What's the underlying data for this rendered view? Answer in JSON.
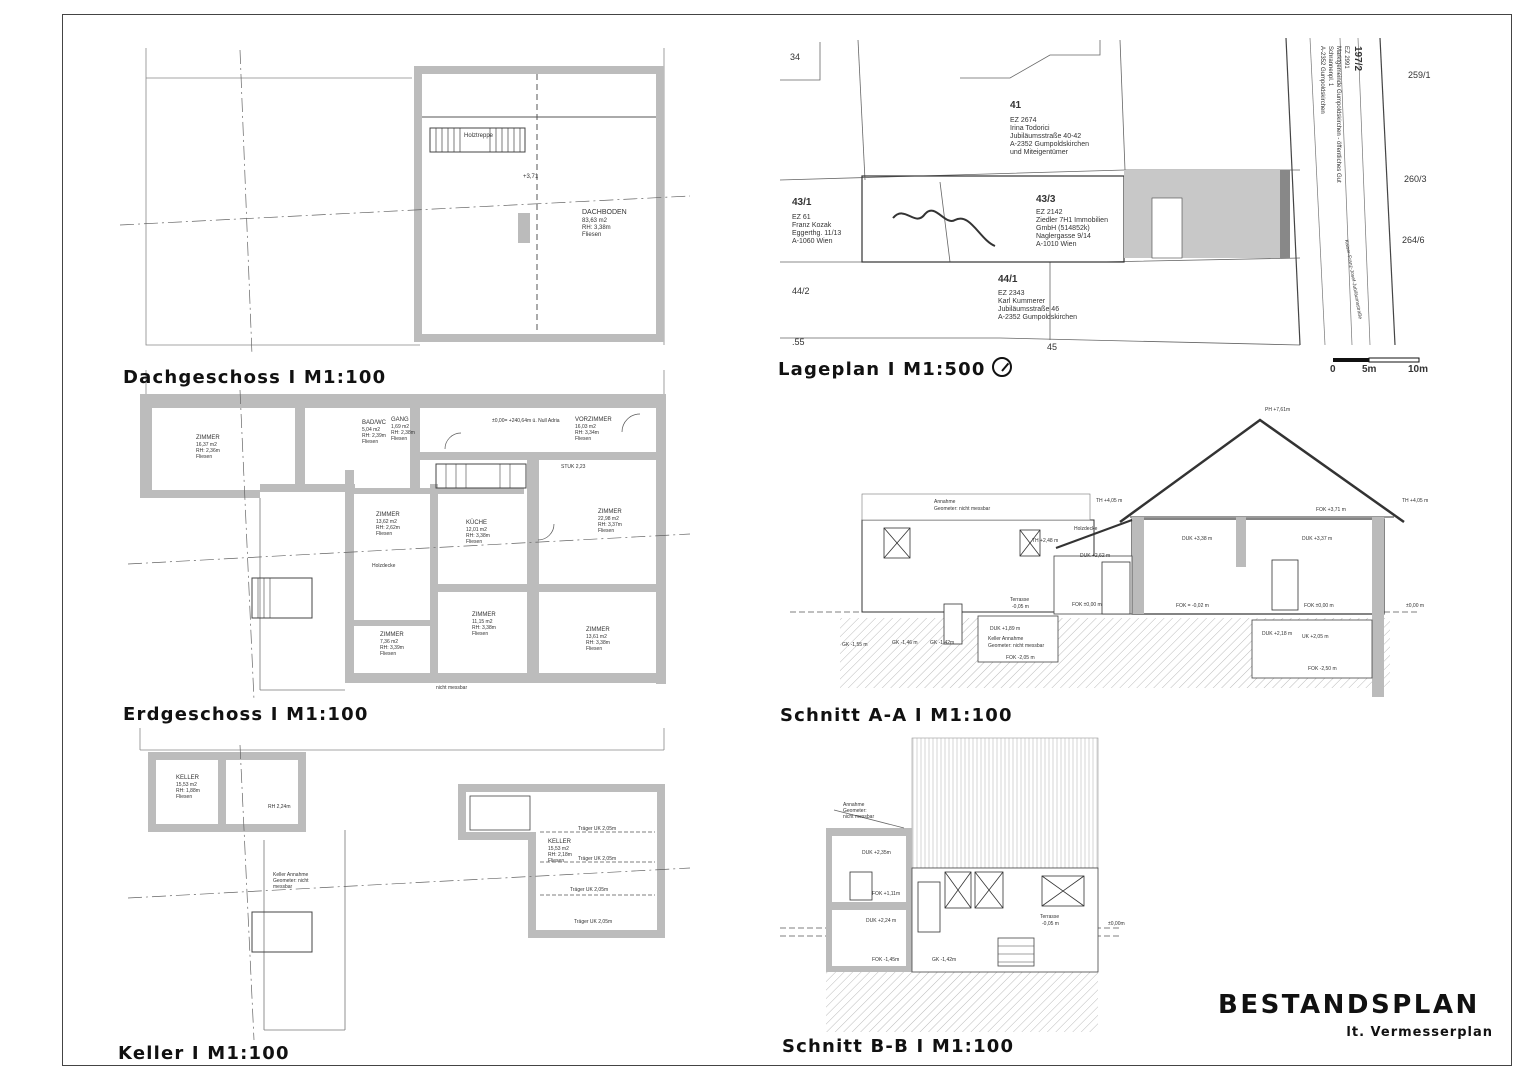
{
  "sheet": {
    "title": "BESTANDSPLAN",
    "subtitle": "lt. Vermesserplan"
  },
  "views": {
    "dachgeschoss": "Dachgeschoss I M1:100",
    "erdgeschoss": "Erdgeschoss I M1:100",
    "keller": "Keller I M1:100",
    "lageplan": "Lageplan I M1:500",
    "schnitt_aa": "Schnitt A-A I M1:100",
    "schnitt_bb": "Schnitt B-B I M1:100"
  },
  "dach": {
    "room_name": "DACHBODEN",
    "room_area": "83,63 m2",
    "room_rh": "RH: 3,38m",
    "room_floor": "Fliesen",
    "stair_label": "Holztreppe",
    "level": "+3,71"
  },
  "eg": {
    "rooms": [
      {
        "name": "ZIMMER",
        "area": "16,37 m2",
        "rh": "RH: 2,36m",
        "floor": "Fliesen"
      },
      {
        "name": "BAD/WC",
        "area": "5,04 m2",
        "rh": "RH: 2,39m",
        "floor": "Fliesen"
      },
      {
        "name": "GANG",
        "area": "1,69 m2",
        "rh": "RH: 2,38m",
        "floor": "Fliesen"
      },
      {
        "name": "VORZIMMER",
        "area": "16,03 m2",
        "rh": "RH: 3,34m",
        "floor": "Fliesen"
      },
      {
        "name": "ZIMMER",
        "area": "13,62 m2",
        "rh": "RH: 2,62m",
        "floor": "Fliesen"
      },
      {
        "name": "KÜCHE",
        "area": "12,01 m2",
        "rh": "RH: 3,38m",
        "floor": "Fliesen"
      },
      {
        "name": "ZIMMER",
        "area": "22,98 m2",
        "rh": "RH: 3,37m",
        "floor": "Fliesen"
      },
      {
        "name": "ZIMMER",
        "area": "7,36 m2",
        "rh": "RH: 3,39m",
        "floor": "Fliesen"
      },
      {
        "name": "ZIMMER",
        "area": "11,15 m2",
        "rh": "RH: 3,38m",
        "floor": "Fliesen"
      },
      {
        "name": "ZIMMER",
        "area": "13,61 m2",
        "rh": "RH: 3,38m",
        "floor": "Fliesen"
      }
    ],
    "nullpoint": "±0,00= +240,64m ü. Null Adria",
    "note": "nicht messbar",
    "holzdecke": "Holzdecke",
    "stuk": "STUK 2,23"
  },
  "keller": {
    "rooms": [
      {
        "name": "KELLER",
        "area": "15,53 m2",
        "rh": "RH: 1,88m",
        "floor": "Fliesen"
      },
      {
        "name": "KELLER",
        "area": "15,53 m2",
        "rh": "RH: 2,18m",
        "floor": "Fliesen"
      }
    ],
    "rh_small": "RH 2,24m",
    "annahme": [
      "Keller Annahme",
      "Geometer: nicht",
      "messbar"
    ],
    "traeger": [
      "Träger UK 2,05m",
      "Träger UK 2,05m",
      "Träger UK 2,05m",
      "Träger UK 2,05m"
    ]
  },
  "lage": {
    "parcels": [
      {
        "id": "34"
      },
      {
        "id": "41",
        "lines": [
          "EZ 2674",
          "Irina Todorici",
          "Jubiläumsstraße 40-42",
          "A-2352 Gumpoldskirchen",
          "und Miteigentümer"
        ]
      },
      {
        "id": "43/1",
        "lines": [
          "EZ 61",
          "Franz Kozak",
          "Eggerthg. 11/13",
          "A-1060 Wien"
        ]
      },
      {
        "id": "43/3",
        "lines": [
          "EZ 2142",
          "Ziedler 7H1 Immobilien",
          "GmbH (514852k)",
          "Naglergasse 9/14",
          "A-1010 Wien"
        ]
      },
      {
        "id": "44/1",
        "lines": [
          "EZ 2343",
          "Karl Kummerer",
          "Jubiläumsstraße 46",
          "A-2352 Gumpoldskirchen"
        ]
      },
      {
        "id": "44/2"
      },
      {
        "id": ".55"
      },
      {
        "id": "45"
      },
      {
        "id": "197/2",
        "lines": [
          "EZ 2991",
          "Marktgemeinde Gumpoldskirchen - öffentliches Gut",
          "Schrannenpl. 1",
          "A-2352 Gumpoldskirchen"
        ]
      },
      {
        "id": "259/1"
      },
      {
        "id": "260/3"
      },
      {
        "id": "264/6"
      }
    ],
    "street": "Kaiser-Franz-Josef-Jubiläumsstraße",
    "scale": [
      "0",
      "5m",
      "10m"
    ]
  },
  "aa": {
    "ph": "PH +7,61m",
    "th_left": "TH +4,05 m",
    "th_right": "TH +4,05 m",
    "annahme": [
      "Annahme",
      "Geometer: nicht messbar"
    ],
    "labels": [
      "DUK +2,62 m",
      "DUK +3,38 m",
      "DUK +3,37 m",
      "FOK +3,71 m",
      "TH +2,48 m",
      "Holzdecke",
      "FOK ±0,00 m",
      "FOK = -0,02 m",
      "FOK ±0,00 m",
      "±0,00 m",
      "Terrasse",
      "-0,05 m",
      "DUK +1,89 m",
      "Keller Annahme",
      "Geometer: nicht messbar",
      "FOK -2,05 m",
      "DUK +2,18 m",
      "UK +2,05 m",
      "FOK -2,50 m",
      "GK -1,55 m",
      "GK -1,46 m",
      "GK -1,42m"
    ]
  },
  "bb": {
    "annahme": [
      "Annahme",
      "Geometer:",
      "nicht messbar"
    ],
    "labels": [
      "DUK +2,35m",
      "FOK +1,11m",
      "DUK +2,24 m",
      "FOK -1,45m",
      "GK -1,42m",
      "Terrasse",
      "-0,05 m",
      "±0,00m"
    ]
  }
}
